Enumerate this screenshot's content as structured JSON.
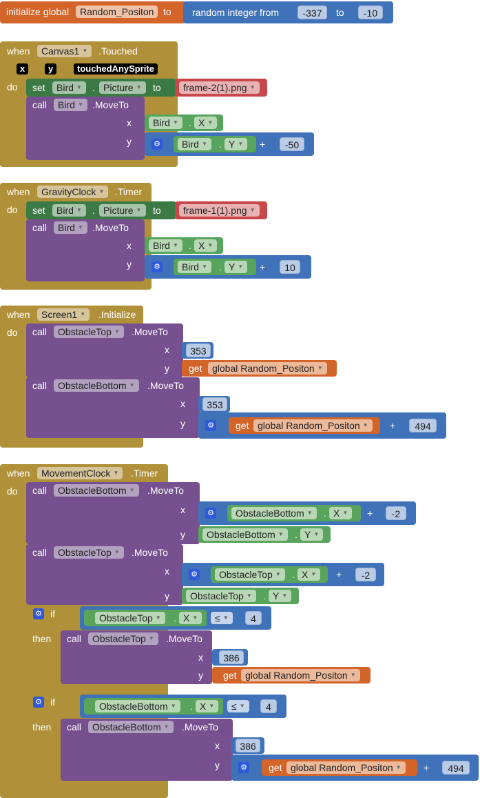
{
  "init": {
    "initialize_label": "initialize global",
    "var_name": "Random_Positon",
    "to_label": "to",
    "random_label": "random integer from",
    "from_value": "-337",
    "to_value_label": "to",
    "to_value": "-10"
  },
  "canvas_touched": {
    "when": "when",
    "component": "Canvas1",
    "event": ".Touched",
    "param_x": "x",
    "param_y": "y",
    "param_sprite": "touchedAnySprite",
    "do": "do",
    "set": "set",
    "set_comp": "Bird",
    "dot": ".",
    "set_prop": "Picture",
    "set_to": "to",
    "picture_value": "frame-2(1).png",
    "call": "call",
    "call_comp": "Bird",
    "method": ".MoveTo",
    "x_label": "x",
    "x_comp": "Bird",
    "x_prop": "X",
    "y_label": "y",
    "y_comp": "Bird",
    "y_prop": "Y",
    "plus": "+",
    "y_add": "-50"
  },
  "gravity_timer": {
    "when": "when",
    "component": "GravityClock",
    "event": ".Timer",
    "do": "do",
    "set": "set",
    "set_comp": "Bird",
    "dot": ".",
    "set_prop": "Picture",
    "set_to": "to",
    "picture_value": "frame-1(1).png",
    "call": "call",
    "call_comp": "Bird",
    "method": ".MoveTo",
    "x_label": "x",
    "x_comp": "Bird",
    "x_prop": "X",
    "y_label": "y",
    "y_comp": "Bird",
    "y_prop": "Y",
    "plus": "+",
    "y_add": "10"
  },
  "screen_init": {
    "when": "when",
    "component": "Screen1",
    "event": ".Initialize",
    "do": "do",
    "call1": "call",
    "call1_comp": "ObstacleTop",
    "method": ".MoveTo",
    "x1_label": "x",
    "x1_value": "353",
    "y1_label": "y",
    "get": "get",
    "y1_var": "global Random_Positon",
    "call2": "call",
    "call2_comp": "ObstacleBottom",
    "x2_label": "x",
    "x2_value": "353",
    "y2_label": "y",
    "y2_var": "global Random_Positon",
    "plus": "+",
    "y2_add": "494"
  },
  "movement_timer": {
    "when": "when",
    "component": "MovementClock",
    "event": ".Timer",
    "do": "do",
    "call": "call",
    "method": ".MoveTo",
    "dot": ".",
    "plus": "+",
    "get": "get",
    "c1_comp": "ObstacleBottom",
    "c1_x_label": "x",
    "c1_x_comp": "ObstacleBottom",
    "c1_x_prop": "X",
    "c1_x_add": "-2",
    "c1_y_label": "y",
    "c1_y_comp": "ObstacleBottom",
    "c1_y_prop": "Y",
    "c2_comp": "ObstacleTop",
    "c2_x_label": "x",
    "c2_x_comp": "ObstacleTop",
    "c2_x_prop": "X",
    "c2_x_add": "-2",
    "c2_y_label": "y",
    "c2_y_comp": "ObstacleTop",
    "c2_y_prop": "Y",
    "if1_label": "if",
    "if1_comp": "ObstacleTop",
    "if1_prop": "X",
    "if1_op": "≤",
    "if1_value": "4",
    "then1_label": "then",
    "t1_comp": "ObstacleTop",
    "t1_x_label": "x",
    "t1_x_value": "386",
    "t1_y_label": "y",
    "t1_y_var": "global Random_Positon",
    "if2_label": "if",
    "if2_comp": "ObstacleBottom",
    "if2_prop": "X",
    "if2_op": "≤",
    "if2_value": "4",
    "then2_label": "then",
    "t2_comp": "ObstacleBottom",
    "t2_x_label": "x",
    "t2_x_value": "386",
    "t2_y_label": "y",
    "t2_y_var": "global Random_Positon",
    "t2_y_add": "494"
  },
  "colors": {
    "variables": "#d3642a",
    "math": "#3f72b8",
    "events": "#b09038",
    "procedures": "#76508f",
    "setters": "#3c7a45",
    "getters": "#58a45c",
    "text": "#c8474a",
    "mutator": "#2f59d8"
  }
}
